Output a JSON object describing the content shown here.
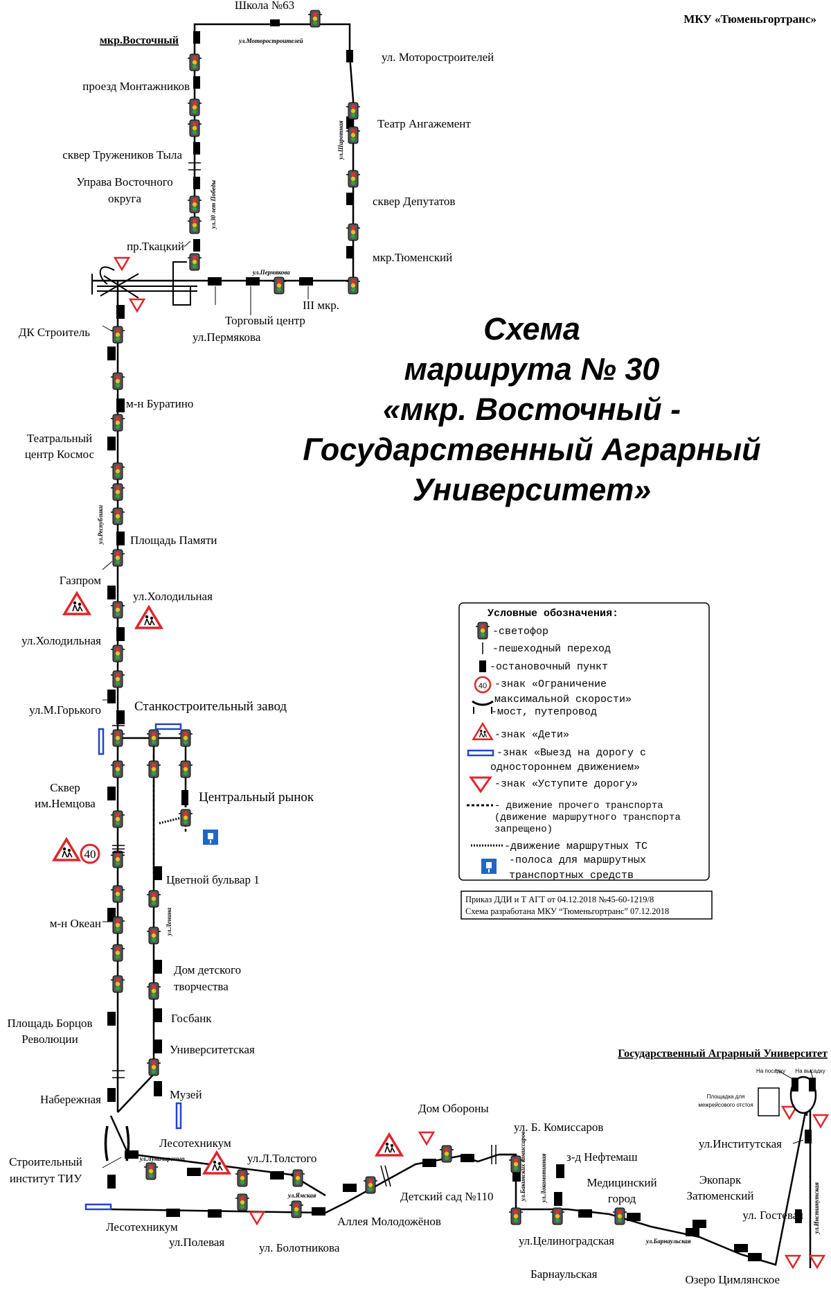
{
  "organization": "МКУ «Тюменьгортранс»",
  "title_lines": [
    "Схема",
    "маршрута № 30",
    "«мкр. Восточный -",
    "Государственный Аграрный",
    "Университет»"
  ],
  "terminal_start": "мкр.Восточный",
  "terminal_end": "Государственный Аграрный Университет",
  "stops": [
    "Школа №63",
    "проезд Монтажников",
    "сквер Тружеников Тыла",
    "Управа Восточного",
    "округа",
    "пр.Ткацкий",
    "ул. Моторостроителей",
    "Театр Ангажемент",
    "сквер Депутатов",
    "мкр.Тюменский",
    "III мкр.",
    "Торговый центр",
    "ул.Пермякова",
    "ДК Строитель",
    "м-н Буратино",
    "Театральный",
    "центр Космос",
    "Площадь Памяти",
    "Газпром",
    "ул.Холодильная",
    "ул.Холодильная",
    "ул.М.Горького",
    "Станкостроительный завод",
    "Центральный рынок",
    "Сквер",
    "им.Немцова",
    "Цветной бульвар 1",
    "м-н Океан",
    "Дом детского",
    "творчества",
    "Госбанк",
    "Площадь Борцов",
    "Революции",
    "Университетская",
    "Набережная",
    "Музей",
    "Лесотехникум",
    "Строительный",
    "институт ТИУ",
    "ул.Л.Толстого",
    "Лесотехникум",
    "ул.Полевая",
    "ул. Болотникова",
    "Аллея Молодожёнов",
    "Дом Обороны",
    "Детский сад №110",
    "ул. Б. Комиссаров",
    "з-д Нефтемаш",
    "Медицинский",
    "город",
    "ул.Целиноградская",
    "Барнаульская",
    "Экопарк",
    "Затюменский",
    "ул.Институтская",
    "ул. Гостевая",
    "Озеро Цимлянское"
  ],
  "streets": [
    "ул.Моторостроителей",
    "ул.Широтная",
    "ул.30 лет Победы",
    "ул.Пермякова",
    "ул.Республики",
    "ул.Ленина",
    "ул.Луначарского",
    "ул.Ямская",
    "ул.Бакинских комиссаров",
    "ул.Локомотивная",
    "ул.Барнаульская",
    "ул.Институтская"
  ],
  "terminal_notes": {
    "boarding": "На посадку",
    "alighting": "На высадку",
    "rest_area_1": "Площадка для",
    "rest_area_2": "межрейсового отстоя"
  },
  "speed_sign_value": "40",
  "legend": {
    "heading": "Условные обозначения:",
    "traffic_light": "-светофор",
    "crossing": "-пешеходный переход",
    "stop": "-остановочный пункт",
    "speed_1": "-знак «Ограничение",
    "speed_2": "максимальной скорости»",
    "speed_value": "40",
    "bridge": "-мост, путепровод",
    "children": "-знак «Дети»",
    "oneway_1": "-знак «Выезд на дорогу с",
    "oneway_2": "одностороннем движением»",
    "yield": "-знак «Уступите дорогу»",
    "other_1": "- движение прочего транспорта",
    "other_2": "(движение маршрутного транспорта",
    "other_3": "запрещено)",
    "route": "-движение маршрутных ТС",
    "lane_1": "-полоса для маршрутных",
    "lane_2": "транспортных средств"
  },
  "order": {
    "line1": "Приказ ДДИ и Т АГТ от 04.12.2018 №45-60-1219/8",
    "line2": "Схема разработана МКУ “Тюменьгортранс” 07.12.2018"
  },
  "colors": {
    "route": "#000000",
    "sign_red": "#e0252b",
    "lane_blue": "#1f66c9",
    "oneway_blue": "#2244cc",
    "light_body": "#555555"
  }
}
